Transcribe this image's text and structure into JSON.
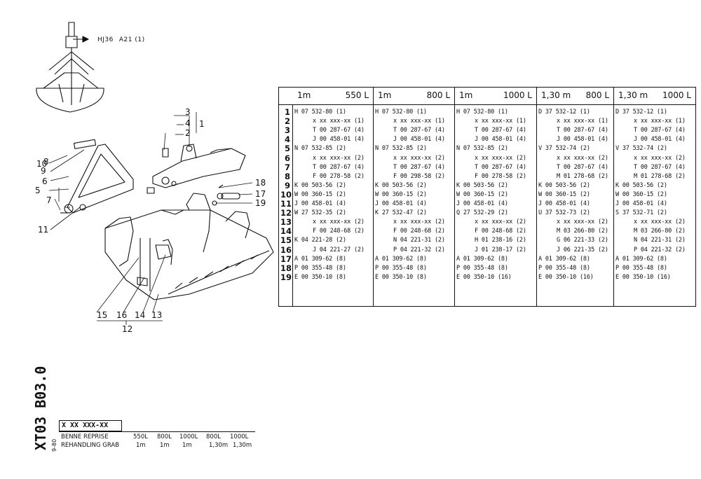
{
  "drawing": {
    "hj_label": "HJ36",
    "hj_ref": "A21 (1)",
    "callouts": [
      {
        "id": "c3",
        "text": "3"
      },
      {
        "id": "c4",
        "text": "4"
      },
      {
        "id": "c1",
        "text": "1"
      },
      {
        "id": "c2",
        "text": "2"
      },
      {
        "id": "c10",
        "text": "10"
      },
      {
        "id": "c8",
        "text": "8"
      },
      {
        "id": "c9",
        "text": "9"
      },
      {
        "id": "c6",
        "text": "6"
      },
      {
        "id": "c5",
        "text": "5"
      },
      {
        "id": "c7",
        "text": "7"
      },
      {
        "id": "c11",
        "text": "11"
      },
      {
        "id": "c18",
        "text": "18"
      },
      {
        "id": "c17",
        "text": "17"
      },
      {
        "id": "c19",
        "text": "19"
      },
      {
        "id": "c15",
        "text": "15"
      },
      {
        "id": "c16",
        "text": "16"
      },
      {
        "id": "c14",
        "text": "14"
      },
      {
        "id": "c13",
        "text": "13"
      },
      {
        "id": "c12",
        "text": "12"
      }
    ]
  },
  "table": {
    "columns": [
      {
        "size": "1m",
        "volume": "550 L"
      },
      {
        "size": "1m",
        "volume": "800 L"
      },
      {
        "size": "1m",
        "volume": "1000 L"
      },
      {
        "size": "1,30 m",
        "volume": "800 L"
      },
      {
        "size": "1,30 m",
        "volume": "1000 L"
      }
    ],
    "row_numbers": [
      "1",
      "2",
      "3",
      "4",
      "5",
      "6",
      "7",
      "8",
      "9",
      "10",
      "11",
      "12",
      "13",
      "14",
      "15",
      "16",
      "17",
      "18",
      "19"
    ],
    "cells": [
      [
        "H 07 532-80 (1)",
        "x xx xxx-xx (1)",
        "T 00 287-67 (4)",
        "J 00 458-01 (4)",
        "N 07 532-85 (2)",
        "x xx xxx-xx (2)",
        "T 00 287-67 (4)",
        "F 00 278-58 (2)",
        "K 00 503-56 (2)",
        "W 00 360-15 (2)",
        "J 00 458-01 (4)",
        "W 27 532-35 (2)",
        "x xx xxx-xx (2)",
        "F 00 248-68 (2)",
        "K 04 221-28 (2)",
        "J 04 221-27 (2)",
        "A 01 309-62 (8)",
        "P 00 355-48 (8)",
        "E 00 350-10 (8)"
      ],
      [
        "H 07 532-80 (1)",
        "x xx xxx-xx (1)",
        "T 00 287-67 (4)",
        "J 00 458-01 (4)",
        "N 07 532-85 (2)",
        "x xx xxx-xx (2)",
        "T 00 287-67 (4)",
        "F 00 298-58 (2)",
        "K 00 503-56 (2)",
        "W 00 360-15 (2)",
        "J 00 458-01 (4)",
        "K 27 532-47 (2)",
        "x xx xxx-xx (2)",
        "F 00 248-68 (2)",
        "N 04 221-31 (2)",
        "P 04 221-32 (2)",
        "A 01 309-62 (8)",
        "P 00 355-48 (8)",
        "E 00 350-10 (8)"
      ],
      [
        "H 07 532-80 (1)",
        "x xx xxx-xx (1)",
        "T 00 287-67 (4)",
        "J 00 458-01 (4)",
        "N 07 532-85 (2)",
        "x xx xxx-xx (2)",
        "T 00 287-67 (4)",
        "F 00 278-58 (2)",
        "K 00 503-56 (2)",
        "W 00 360-15 (2)",
        "J 00 458-01 (4)",
        "Q 27 532-29 (2)",
        "x xx xxx-xx (2)",
        "F 00 248-68 (2)",
        "H 01 238-16 (2)",
        "J 01 238-17 (2)",
        "A 01 309-62 (8)",
        "P 00 355-48 (8)",
        "E 00 350-10 (16)"
      ],
      [
        "D 37 532-12 (1)",
        "x xx xxx-xx (1)",
        "T 00 287-67 (4)",
        "J 00 458-01 (4)",
        "V 37 532-74 (2)",
        "x xx xxx-xx (2)",
        "T 00 287-67 (4)",
        "M 01 278-68 (2)",
        "K 00 503-56 (2)",
        "W 00 360-15 (2)",
        "J 00 458-01 (4)",
        "U 37 532-73 (2)",
        "x xx xxx-xx (2)",
        "M 03 266-80 (2)",
        "G 06 221-33 (2)",
        "J 06 221-35 (2)",
        "A 01 309-62 (8)",
        "P 00 355-48 (8)",
        "E 00 350-10 (16)"
      ],
      [
        "D 37 532-12 (1)",
        "x xx xxx-xx (1)",
        "T 00 287-67 (4)",
        "J 00 458-01 (4)",
        "V 37 532-74 (2)",
        "x xx xxx-xx (2)",
        "T 00 287-67 (4)",
        "M 01 278-68 (2)",
        "K 00 503-56 (2)",
        "W 00 360-15 (2)",
        "J 00 458-01 (4)",
        "S 37 532-71 (2)",
        "x xx xxx-xx (2)",
        "M 03 266-80 (2)",
        "N 04 221-31 (2)",
        "P 04 221-32 (2)",
        "A 01 309-62 (8)",
        "P 00 355-48 (8)",
        "E 00 350-10 (16)"
      ]
    ]
  },
  "title_block": {
    "doc_code": "XT03 B03.0",
    "date": "9-80",
    "part_no": "X XX XXX-XX",
    "label_fr": "BENNE REPRISE",
    "label_en": "REHANDLING GRAB",
    "volumes": [
      "550L",
      "800L",
      "1000L",
      "800L",
      "1000L"
    ],
    "sizes": [
      "1m",
      "1m",
      "1m",
      "1,30m",
      "1,30m"
    ]
  }
}
